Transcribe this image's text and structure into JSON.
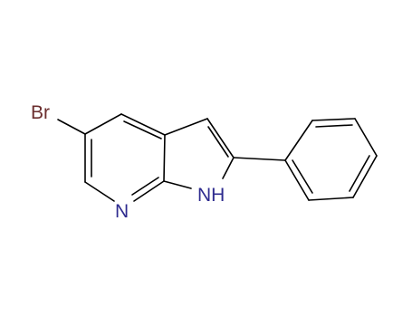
{
  "molecule": {
    "atom_labels": {
      "bromine": "Br",
      "pyridine_nitrogen": "N",
      "pyrrole_nitrogen": "NH"
    },
    "colors": {
      "bond": "#000000",
      "bromine": "#6b2e2e",
      "nitrogen": "#2e2b8f",
      "background": "#ffffff"
    }
  }
}
